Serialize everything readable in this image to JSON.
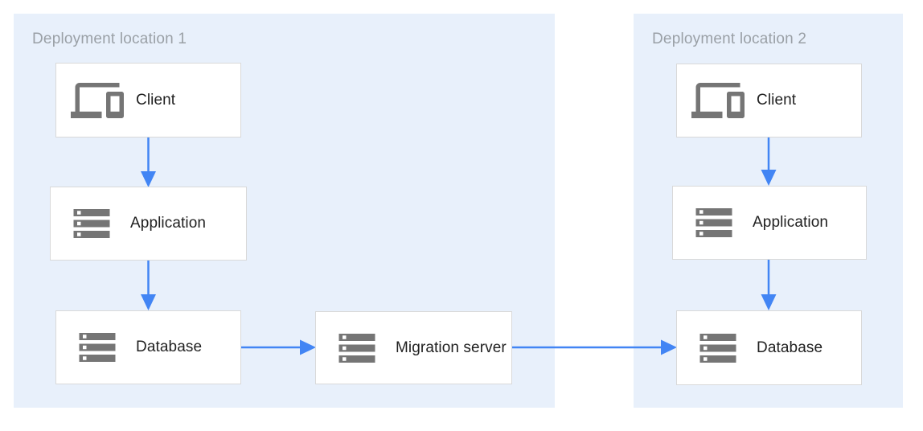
{
  "colors": {
    "page_bg": "#ffffff",
    "region_fill": "#e8f0fb",
    "node_bg": "#ffffff",
    "node_border": "#d9d9d9",
    "label_text": "#212121",
    "region_title_text": "#9aa0a6",
    "arrow": "#4285f4",
    "icon": "#757575"
  },
  "regions": [
    {
      "title": "Deployment location 1"
    },
    {
      "title": "Deployment location 2"
    }
  ],
  "nodes": {
    "client1": {
      "label": "Client",
      "icon": "devices-icon"
    },
    "app1": {
      "label": "Application",
      "icon": "server-icon"
    },
    "db1": {
      "label": "Database",
      "icon": "server-icon"
    },
    "migration": {
      "label": "Migration server",
      "icon": "server-icon"
    },
    "client2": {
      "label": "Client",
      "icon": "devices-icon"
    },
    "app2": {
      "label": "Application",
      "icon": "server-icon"
    },
    "db2": {
      "label": "Database",
      "icon": "server-icon"
    }
  },
  "edges": [
    {
      "from": "client1",
      "to": "app1"
    },
    {
      "from": "app1",
      "to": "db1"
    },
    {
      "from": "db1",
      "to": "migration"
    },
    {
      "from": "migration",
      "to": "db2"
    },
    {
      "from": "client2",
      "to": "app2"
    },
    {
      "from": "app2",
      "to": "db2"
    }
  ]
}
